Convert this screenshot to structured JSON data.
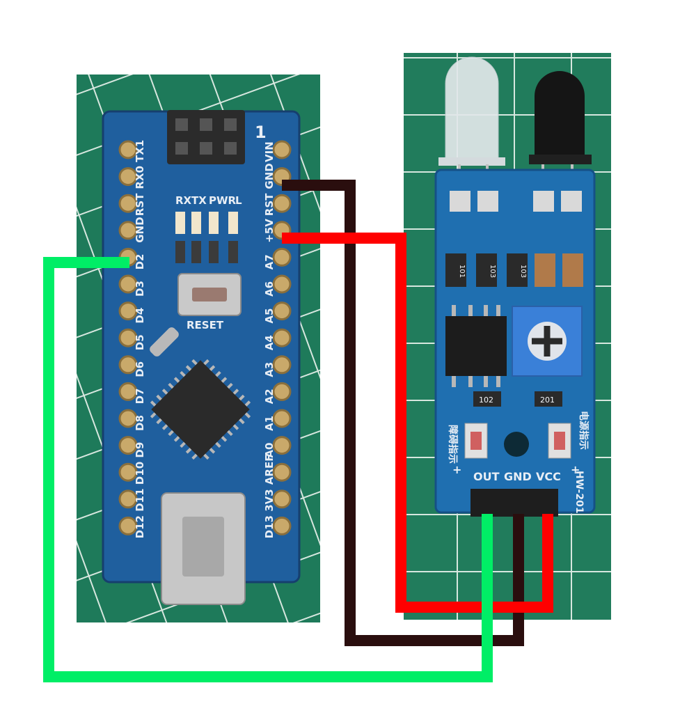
{
  "nano": {
    "left_pins": [
      "TX1",
      "RX0",
      "RST",
      "GND",
      "D2",
      "D3",
      "D4",
      "D5",
      "D6",
      "D7",
      "D8",
      "D9",
      "D10",
      "D11",
      "D12"
    ],
    "right_pins": [
      "VIN",
      "GND",
      "RST",
      "+5V",
      "A7",
      "A6",
      "A5",
      "A4",
      "A3",
      "A2",
      "A1",
      "A0",
      "AREF",
      "3V3",
      "D13"
    ],
    "icsp_label": "1",
    "led_labels": [
      "RX",
      "TX",
      "PWR",
      "L"
    ],
    "reset_label": "RESET"
  },
  "sensor": {
    "model": "HW-201",
    "pin_labels": [
      "OUT",
      "GND",
      "VCC"
    ],
    "left_led_label": "障碍指示",
    "right_led_label": "电源指示",
    "plus_left": "+",
    "plus_right": "+",
    "resistors": [
      "101",
      "103",
      "103"
    ],
    "small_resistors": [
      "102",
      "201"
    ]
  },
  "wires": [
    {
      "name": "signal",
      "from": "D2",
      "to": "OUT",
      "color": "#00ee66"
    },
    {
      "name": "ground",
      "from": "GND",
      "to": "GND",
      "color": "#2a0e0e"
    },
    {
      "name": "power",
      "from": "+5V",
      "to": "VCC",
      "color": "#ff0000"
    }
  ]
}
